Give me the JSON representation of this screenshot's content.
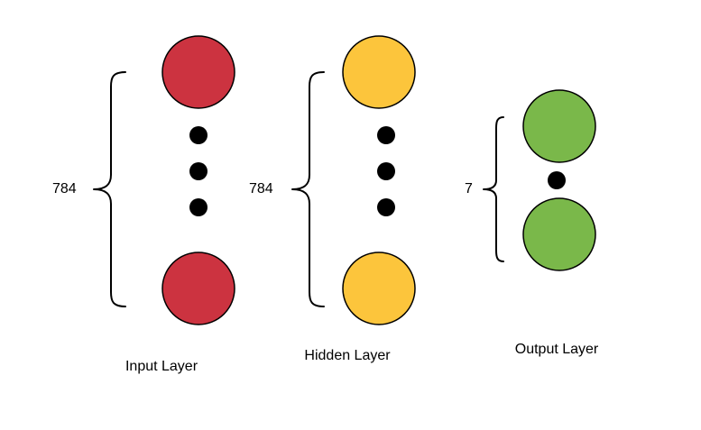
{
  "diagram": {
    "layers": [
      {
        "name": "Input Layer",
        "count": "784",
        "color": "#cc3340"
      },
      {
        "name": "Hidden Layer",
        "count": "784",
        "color": "#fcc53c"
      },
      {
        "name": "Output Layer",
        "count": "7",
        "color": "#7ab84a"
      }
    ]
  }
}
